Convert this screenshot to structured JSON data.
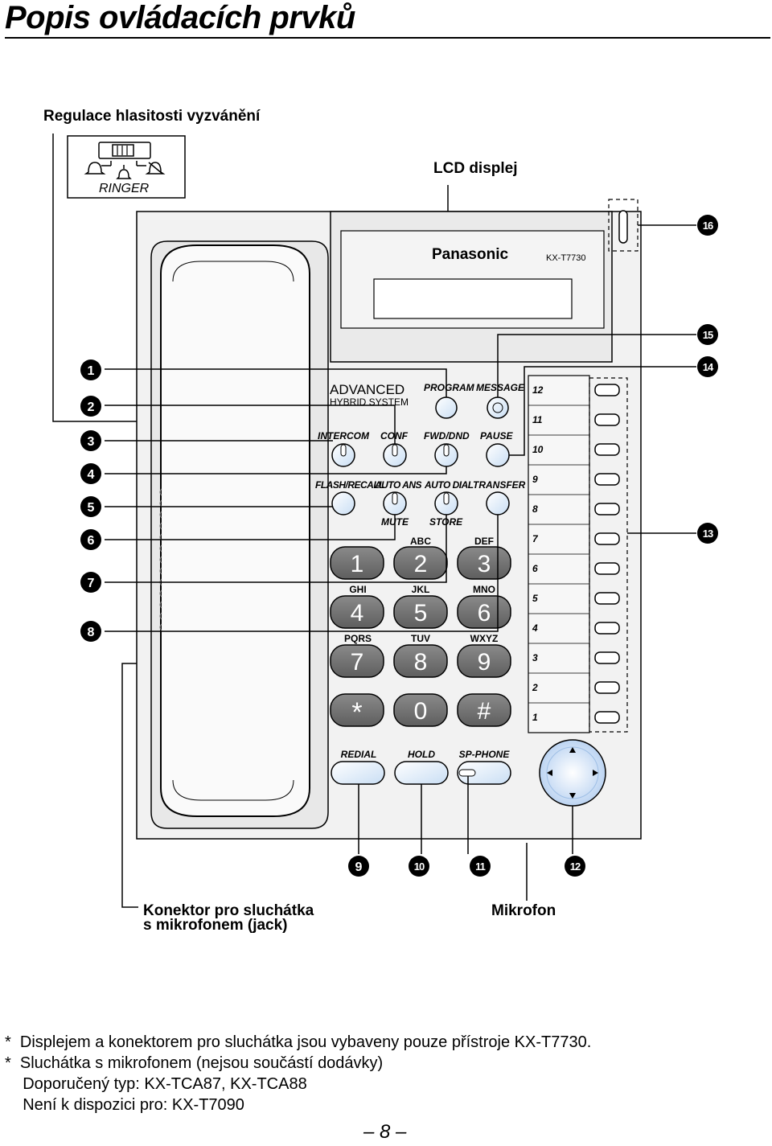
{
  "page": {
    "title": "Popis ovládacích prvků",
    "page_number": "– 8 –"
  },
  "labels": {
    "ringer_volume": "Regulace hlasitosti vyzvánění",
    "lcd_display": "LCD displej",
    "headset_jack_line1": "Konektor pro sluchátka",
    "headset_jack_line2": "s mikrofonem (jack)",
    "microphone": "Mikrofon"
  },
  "ringer_switch": {
    "label": "RINGER"
  },
  "phone": {
    "brand": "Panasonic",
    "model": "KX-T7730",
    "system_line1": "ADVANCED",
    "system_line2": "HYBRID SYSTEM"
  },
  "buttons": {
    "program": "PROGRAM",
    "message": "MESSAGE",
    "intercom": "INTERCOM",
    "conf": "CONF",
    "fwd_dnd": "FWD/DND",
    "pause": "PAUSE",
    "flash_recall": "FLASH/RECALL",
    "auto_ans": "AUTO ANS",
    "auto_dial": "AUTO DIAL",
    "transfer": "TRANSFER",
    "mute": "MUTE",
    "store": "STORE",
    "redial": "REDIAL",
    "hold": "HOLD",
    "sp_phone": "SP-PHONE"
  },
  "keypad": [
    {
      "digit": "1",
      "letters": ""
    },
    {
      "digit": "2",
      "letters": "ABC"
    },
    {
      "digit": "3",
      "letters": "DEF"
    },
    {
      "digit": "4",
      "letters": "GHI"
    },
    {
      "digit": "5",
      "letters": "JKL"
    },
    {
      "digit": "6",
      "letters": "MNO"
    },
    {
      "digit": "7",
      "letters": "PQRS"
    },
    {
      "digit": "8",
      "letters": "TUV"
    },
    {
      "digit": "9",
      "letters": "WXYZ"
    },
    {
      "digit": "*",
      "letters": ""
    },
    {
      "digit": "0",
      "letters": ""
    },
    {
      "digit": "#",
      "letters": ""
    }
  ],
  "flex_keys": [
    "12",
    "11",
    "10",
    "9",
    "8",
    "7",
    "6",
    "5",
    "4",
    "3",
    "2",
    "1"
  ],
  "callouts": {
    "c1": "1",
    "c2": "2",
    "c3": "3",
    "c4": "4",
    "c5": "5",
    "c6": "6",
    "c7": "7",
    "c8": "8",
    "c9": "9",
    "c10": "10",
    "c11": "11",
    "c12": "12",
    "c13": "13",
    "c14": "14",
    "c15": "15",
    "c16": "16"
  },
  "notes": [
    "*  Displejem a konektorem pro sluchátka jsou vybaveny pouze přístroje KX-T7730.",
    "*  Sluchátka s mikrofonem (nejsou součástí dodávky)",
    "    Doporučený typ: KX-TCA87, KX-TCA88",
    "    Není k dispozici pro: KX-T7090"
  ]
}
